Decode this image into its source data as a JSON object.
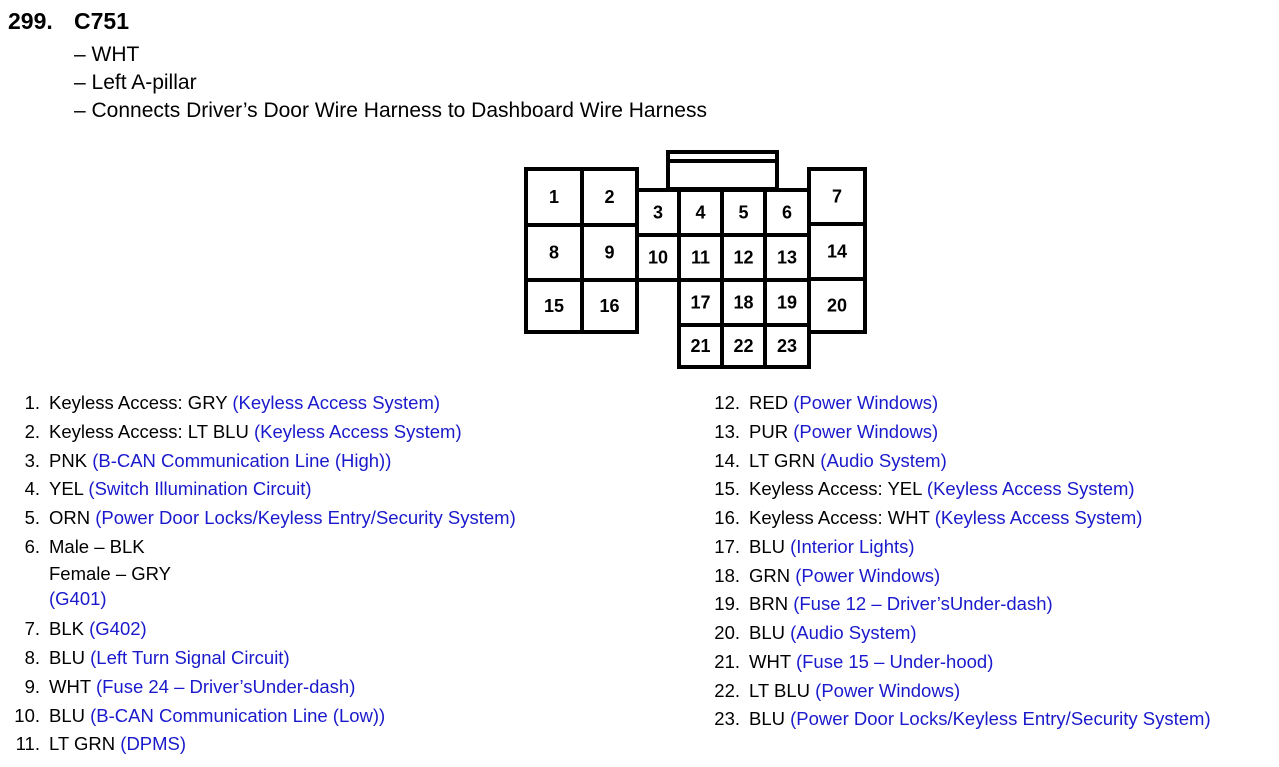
{
  "header": {
    "number": "299.",
    "code": "C751",
    "lines": [
      "– WHT",
      "– Left A-pillar",
      "– Connects Driver’s Door Wire Harness to Dashboard Wire Harness"
    ]
  },
  "connector": {
    "cells": [
      "1",
      "2",
      "3",
      "4",
      "5",
      "6",
      "7",
      "8",
      "9",
      "10",
      "11",
      "12",
      "13",
      "14",
      "15",
      "16",
      "17",
      "18",
      "19",
      "20",
      "21",
      "22",
      "23"
    ]
  },
  "pins_left": [
    {
      "n": "1.",
      "desc": "Keyless Access: GRY",
      "link": "(Keyless Access System)"
    },
    {
      "n": "2.",
      "desc": "Keyless Access: LT BLU",
      "link": "(Keyless Access System)"
    },
    {
      "n": "3.",
      "desc": "PNK",
      "link": "(B-CAN Communication Line (High))"
    },
    {
      "n": "4.",
      "desc": "YEL",
      "link": "(Switch Illumination Circuit)"
    },
    {
      "n": "5.",
      "desc": "ORN",
      "link": "(Power Door Locks/Keyless Entry/Security System)"
    },
    {
      "n": "6.",
      "desc": "Male – BLK",
      "line2": "Female – GRY",
      "link": "(G401)"
    },
    {
      "n": "7.",
      "desc": "BLK",
      "link": "(G402)"
    },
    {
      "n": "8.",
      "desc": "BLU",
      "link": "(Left Turn Signal Circuit)"
    },
    {
      "n": "9.",
      "desc": "WHT",
      "link": "(Fuse 24 – Driver’sUnder-dash)"
    },
    {
      "n": "10.",
      "desc": "BLU",
      "link": "(B-CAN Communication Line (Low))"
    },
    {
      "n": "11.",
      "desc": "LT GRN",
      "link": "(DPMS)"
    }
  ],
  "pins_right": [
    {
      "n": "12.",
      "desc": "RED",
      "link": "(Power Windows)"
    },
    {
      "n": "13.",
      "desc": "PUR",
      "link": "(Power Windows)"
    },
    {
      "n": "14.",
      "desc": "LT GRN",
      "link": "(Audio System)"
    },
    {
      "n": "15.",
      "desc": "Keyless Access: YEL",
      "link": "(Keyless Access System)"
    },
    {
      "n": "16.",
      "desc": "Keyless Access: WHT",
      "link": "(Keyless Access System)"
    },
    {
      "n": "17.",
      "desc": "BLU",
      "link": "(Interior Lights)"
    },
    {
      "n": "18.",
      "desc": "GRN",
      "link": "(Power Windows)"
    },
    {
      "n": "19.",
      "desc": "BRN",
      "link": "(Fuse 12 – Driver’sUnder-dash)"
    },
    {
      "n": "20.",
      "desc": "BLU",
      "link": "(Audio System)"
    },
    {
      "n": "21.",
      "desc": "WHT",
      "link": "(Fuse 15 – Under-hood)"
    },
    {
      "n": "22.",
      "desc": "LT BLU",
      "link": "(Power Windows)"
    },
    {
      "n": "23.",
      "desc": "BLU",
      "link": "(Power Door Locks/Keyless Entry/Security System)"
    }
  ]
}
